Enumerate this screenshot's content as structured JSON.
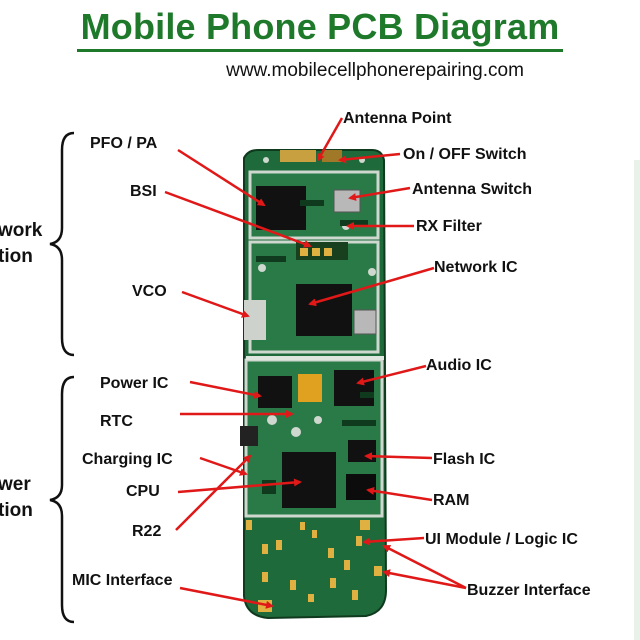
{
  "title": "Mobile Phone PCB Diagram",
  "website": "www.mobilecellphonerepairing.com",
  "groups": {
    "network_line1": "work",
    "network_line2": "tion",
    "power_line1": "wer",
    "power_line2": "tion"
  },
  "labels": {
    "antenna_point": "Antenna Point",
    "pfo_pa": "PFO / PA",
    "on_off_switch": "On / OFF Switch",
    "bsi": "BSI",
    "antenna_switch": "Antenna Switch",
    "rx_filter": "RX Filter",
    "network_ic": "Network IC",
    "vco": "VCO",
    "audio_ic": "Audio IC",
    "power_ic": "Power IC",
    "rtc": "RTC",
    "charging_ic": "Charging IC",
    "flash_ic": "Flash IC",
    "cpu": "CPU",
    "ram": "RAM",
    "r22": "R22",
    "ui_module": "UI Module / Logic IC",
    "mic_interface": "MIC Interface",
    "buzzer_interface": "Buzzer Interface"
  },
  "colors": {
    "title_green": "#1e7a2a",
    "arrow_red": "#e01818",
    "pcb_green": "#1f6a3a"
  }
}
